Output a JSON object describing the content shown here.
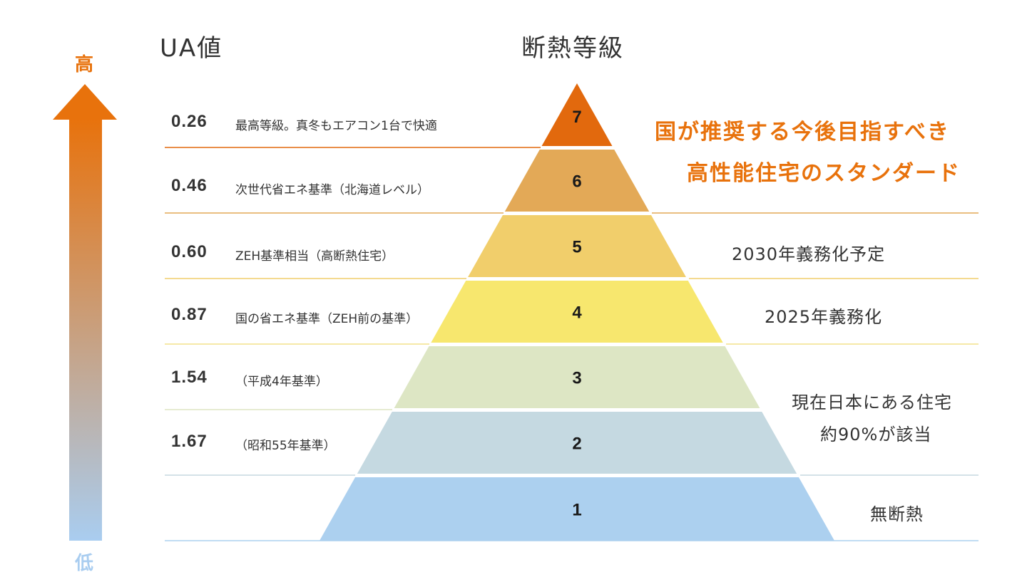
{
  "headers": {
    "ua": "UA値",
    "grade": "断熱等級"
  },
  "arrow": {
    "high": "高",
    "low": "低",
    "color_top": "#e8720c",
    "color_bottom": "#a9cdf0"
  },
  "highlight": {
    "line1": "国が推奨する今後目指すべき",
    "line2": "高性能住宅のスタンダード",
    "color": "#e8720c"
  },
  "levels": [
    {
      "grade": "7",
      "ua": "0.26",
      "desc": "最高等級。真冬もエアコン1台で快適",
      "color": "#e2690d",
      "note": ""
    },
    {
      "grade": "6",
      "ua": "0.46",
      "desc": "次世代省エネ基準（北海道レベル）",
      "color": "#e3a957",
      "note": ""
    },
    {
      "grade": "5",
      "ua": "0.60",
      "desc": "ZEH基準相当（高断熱住宅）",
      "color": "#f1ce6b",
      "note": "2030年義務化予定"
    },
    {
      "grade": "4",
      "ua": "0.87",
      "desc": "国の省エネ基準（ZEH前の基準）",
      "color": "#f7e76e",
      "note": "2025年義務化"
    },
    {
      "grade": "3",
      "ua": "1.54",
      "desc": "（平成4年基準）",
      "color": "#dde6c4",
      "note": ""
    },
    {
      "grade": "2",
      "ua": "1.67",
      "desc": "（昭和55年基準）",
      "color": "#c5d9e1",
      "note": ""
    },
    {
      "grade": "1",
      "ua": "",
      "desc": "",
      "color": "#acd0ef",
      "note": "無断熱"
    }
  ],
  "notes": {
    "current_line1": "現在日本にある住宅",
    "current_line2": "約90%が該当"
  }
}
